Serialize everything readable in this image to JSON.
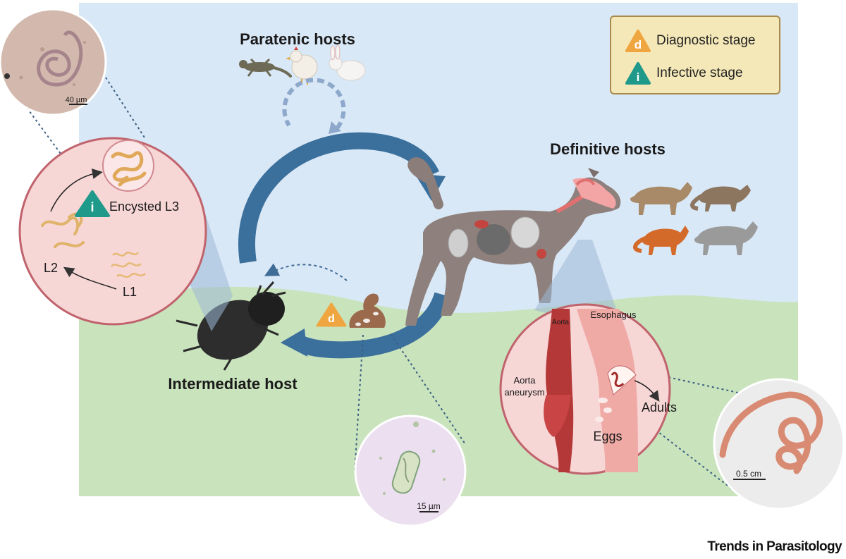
{
  "legend": {
    "diagnostic": {
      "letter": "d",
      "label": "Diagnostic stage",
      "color": "#f0a640"
    },
    "infective": {
      "letter": "i",
      "label": "Infective stage",
      "color": "#1f9a8a"
    }
  },
  "hosts": {
    "paratenic": "Paratenic hosts",
    "definitive": "Definitive hosts",
    "intermediate": "Intermediate host"
  },
  "larvae": {
    "l1": "L1",
    "l2": "L2",
    "l3": "Encysted L3",
    "l3_badge": "i",
    "l3_scale": "40 µm"
  },
  "feces": {
    "badge": "d",
    "egg_scale": "15 µm"
  },
  "esophagus": {
    "aorta": "Aorta",
    "esophagus": "Esophagus",
    "aneurysm_line1": "Aorta",
    "aneurysm_line2": "aneurysm",
    "adults": "Adults",
    "eggs": "Eggs"
  },
  "adult_worm": {
    "scale": "0.5 cm"
  },
  "credit": "Trends in Parasitology",
  "colors": {
    "sky": "#d9e8f6",
    "ground": "#c9e3bd",
    "cycle_arrow": "#3b6f9c",
    "inset_pink": "#f7d6d6",
    "inset_border": "#c0636c"
  }
}
